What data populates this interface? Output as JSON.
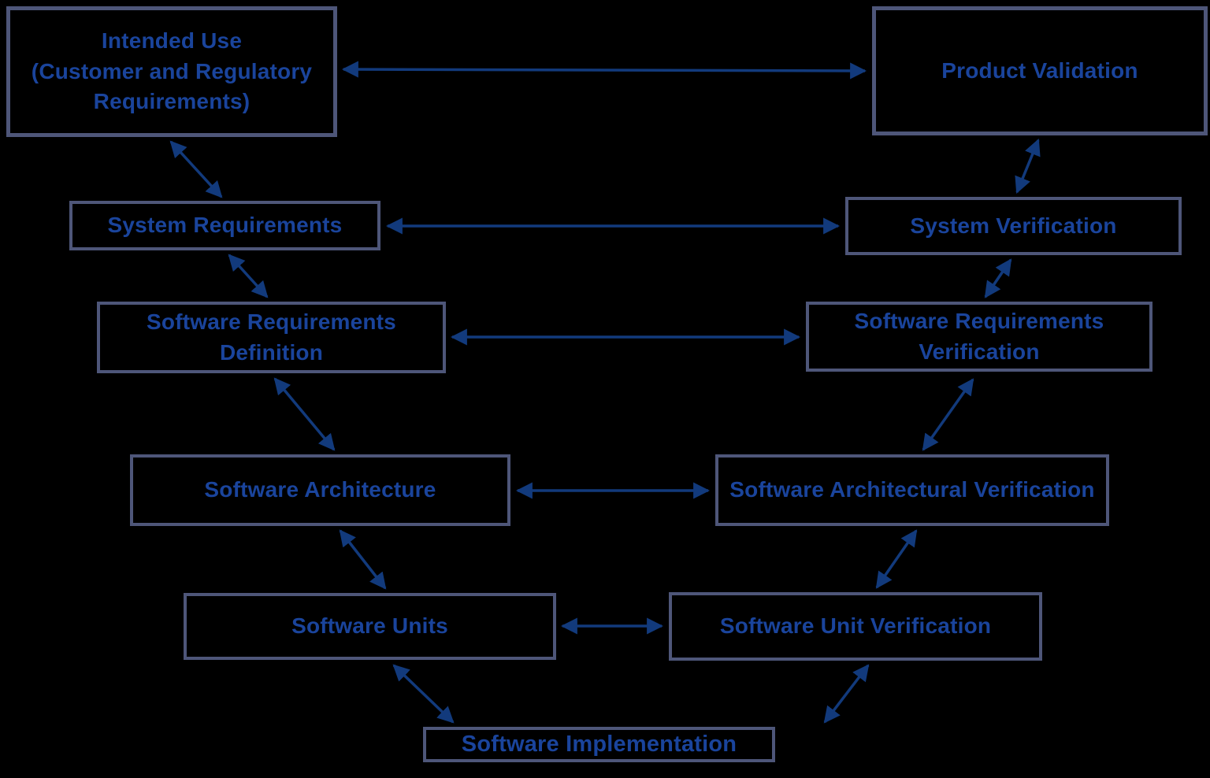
{
  "diagram": {
    "type": "v-model-software-lifecycle",
    "colors": {
      "background": "#000000",
      "box_border": "#4e5679",
      "label_text": "#1a449c",
      "arrow": "#123a7c"
    },
    "nodes": {
      "intended_use": {
        "lines": [
          "Intended Use",
          "(Customer and Regulatory",
          "Requirements)"
        ]
      },
      "product_validation": {
        "lines": [
          "Product Validation"
        ]
      },
      "system_requirements": {
        "lines": [
          "System Requirements"
        ]
      },
      "system_verification": {
        "lines": [
          "System Verification"
        ]
      },
      "software_requirements_definition": {
        "lines": [
          "Software Requirements",
          "Definition"
        ]
      },
      "software_requirements_verification": {
        "lines": [
          "Software Requirements",
          "Verification"
        ]
      },
      "software_architecture": {
        "lines": [
          "Software Architecture"
        ]
      },
      "software_architectural_verification": {
        "lines": [
          "Software Architectural Verification"
        ]
      },
      "software_units": {
        "lines": [
          "Software Units"
        ]
      },
      "software_unit_verification": {
        "lines": [
          "Software Unit Verification"
        ]
      },
      "software_implementation": {
        "lines": [
          "Software Implementation"
        ]
      }
    },
    "edges": [
      {
        "from": "intended_use",
        "to": "product_validation",
        "style": "horizontal",
        "direction": "bidirectional"
      },
      {
        "from": "system_requirements",
        "to": "system_verification",
        "style": "horizontal",
        "direction": "bidirectional"
      },
      {
        "from": "software_requirements_definition",
        "to": "software_requirements_verification",
        "style": "horizontal",
        "direction": "bidirectional"
      },
      {
        "from": "software_architecture",
        "to": "software_architectural_verification",
        "style": "horizontal",
        "direction": "bidirectional"
      },
      {
        "from": "software_units",
        "to": "software_unit_verification",
        "style": "horizontal",
        "direction": "bidirectional"
      },
      {
        "from": "intended_use",
        "to": "system_requirements",
        "style": "diagonal",
        "direction": "bidirectional"
      },
      {
        "from": "system_requirements",
        "to": "software_requirements_definition",
        "style": "diagonal",
        "direction": "bidirectional"
      },
      {
        "from": "software_requirements_definition",
        "to": "software_architecture",
        "style": "diagonal",
        "direction": "bidirectional"
      },
      {
        "from": "software_architecture",
        "to": "software_units",
        "style": "diagonal",
        "direction": "bidirectional"
      },
      {
        "from": "software_units",
        "to": "software_implementation",
        "style": "diagonal",
        "direction": "bidirectional"
      },
      {
        "from": "software_implementation",
        "to": "software_unit_verification",
        "style": "diagonal",
        "direction": "bidirectional"
      },
      {
        "from": "software_unit_verification",
        "to": "software_architectural_verification",
        "style": "diagonal",
        "direction": "bidirectional"
      },
      {
        "from": "software_architectural_verification",
        "to": "software_requirements_verification",
        "style": "diagonal",
        "direction": "bidirectional"
      },
      {
        "from": "software_requirements_verification",
        "to": "system_verification",
        "style": "diagonal",
        "direction": "bidirectional"
      },
      {
        "from": "system_verification",
        "to": "product_validation",
        "style": "diagonal",
        "direction": "bidirectional"
      }
    ]
  }
}
